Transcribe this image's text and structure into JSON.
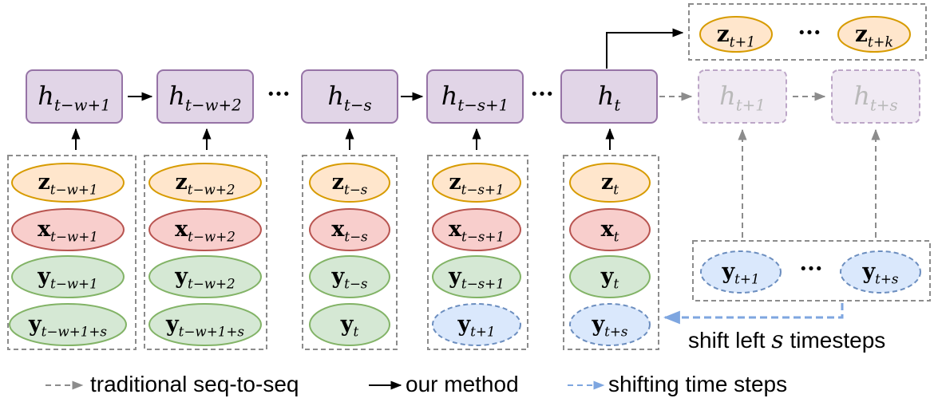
{
  "colors": {
    "hidden_fill": "#e1d5e7",
    "hidden_stroke": "#9673a6",
    "z_fill": "#ffe6cc",
    "z_stroke": "#d79b00",
    "x_fill": "#f8cecc",
    "x_stroke": "#b85450",
    "y_fill": "#d5e8d4",
    "y_stroke": "#82b366",
    "future_fill": "#dae8fc",
    "future_stroke": "#6c8ebf",
    "dashed_gray": "#8c8c8c",
    "shift_arrow": "#7ea6e0",
    "solid_arrow": "#000000"
  },
  "hidden_states": [
    {
      "sym": "h",
      "sub": "t−w+1"
    },
    {
      "sym": "h",
      "sub": "t−w+2"
    },
    {
      "sym": "h",
      "sub": "t−s"
    },
    {
      "sym": "h",
      "sub": "t−s+1"
    },
    {
      "sym": "h",
      "sub": "t"
    }
  ],
  "future_hidden": [
    {
      "sym": "h",
      "sub": "t+1"
    },
    {
      "sym": "h",
      "sub": "t+s"
    }
  ],
  "input_columns": [
    {
      "z": "t−w+1",
      "x": "t−w+1",
      "y": "t−w+1",
      "y2": "t−w+1+s"
    },
    {
      "z": "t−w+2",
      "x": "t−w+2",
      "y": "t−w+2",
      "y2": "t−w+1+s"
    },
    {
      "z": "t−s",
      "x": "t−s",
      "y": "t−s",
      "y2": "t"
    },
    {
      "z": "t−s+1",
      "x": "t−s+1",
      "y": "t−s+1",
      "y2": "t+1"
    },
    {
      "z": "t",
      "x": "t",
      "y": "t",
      "y2": "t+s"
    }
  ],
  "symbols": {
    "z": "z",
    "x": "x",
    "y": "y"
  },
  "outputs": [
    {
      "sub": "t+1"
    },
    {
      "sub": "t+k"
    }
  ],
  "future_y": [
    {
      "sub": "t+1"
    },
    {
      "sub": "t+s"
    }
  ],
  "ellipsis": "···",
  "shift_label": {
    "pre": "shift left ",
    "var": "s",
    "post": " timesteps"
  },
  "legend": {
    "traditional": "traditional seq-to-seq",
    "ours": "our method",
    "shifting": "shifting time steps"
  }
}
